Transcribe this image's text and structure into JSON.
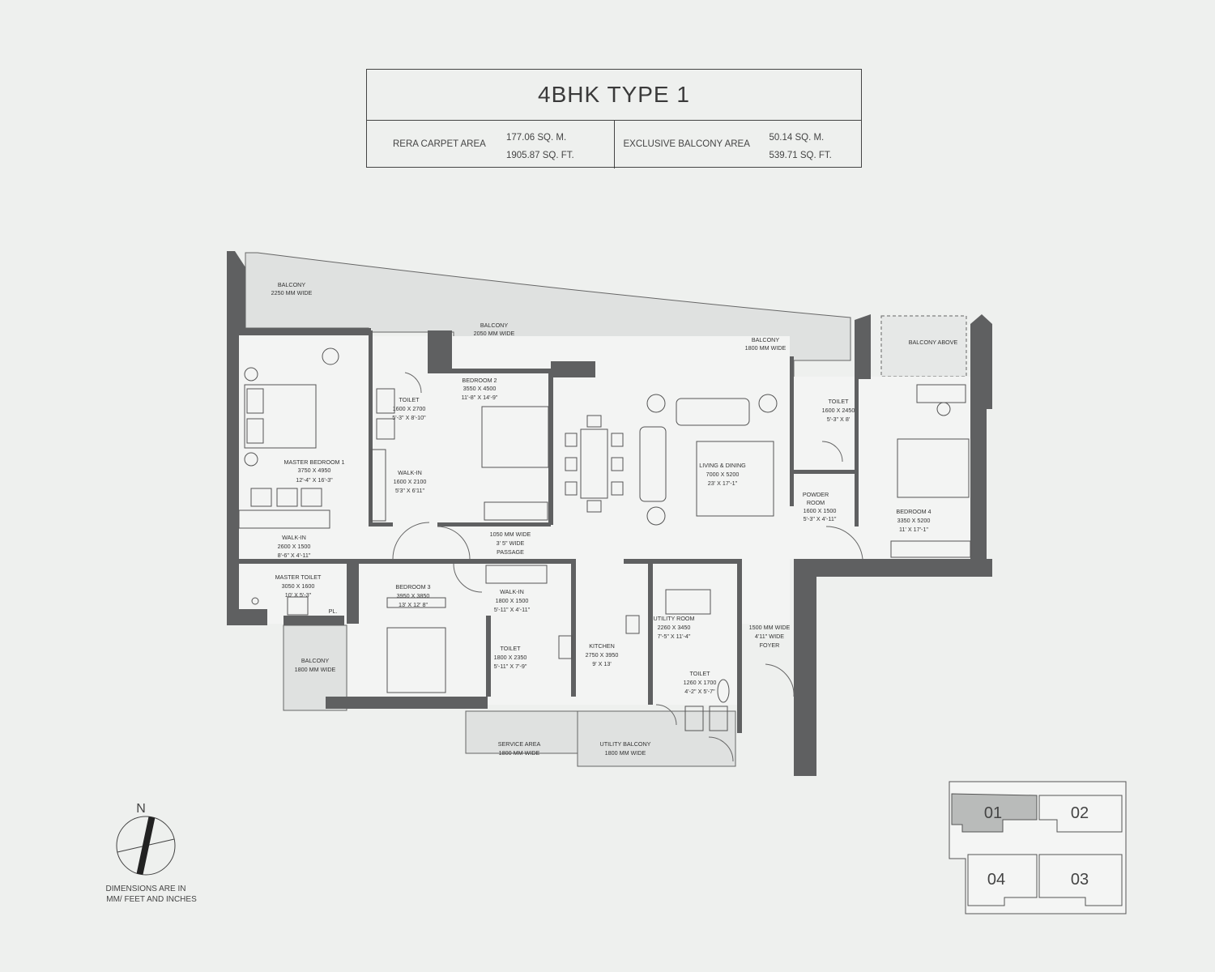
{
  "header": {
    "title": "4BHK TYPE 1",
    "carpet_label": "RERA CARPET AREA",
    "carpet_sqm": "177.06 SQ. M.",
    "carpet_sqft": "1905.87 SQ. FT.",
    "balcony_label": "EXCLUSIVE BALCONY AREA",
    "balcony_sqm": "50.14 SQ. M.",
    "balcony_sqft": "539.71 SQ. FT."
  },
  "rooms": {
    "balcony_top": {
      "name": "BALCONY",
      "size": "2250 MM WIDE"
    },
    "balcony_mid": {
      "name": "BALCONY",
      "size": "2050 MM WIDE"
    },
    "balcony_right": {
      "name": "BALCONY",
      "size": "1800 MM WIDE"
    },
    "balcony_above": {
      "name": "BALCONY ABOVE"
    },
    "master_bedroom": {
      "name": "MASTER BEDROOM 1",
      "mm": "3750 X 4950",
      "ft": "12'-4\" X 16'-3\""
    },
    "toilet_1": {
      "name": "TOILET",
      "mm": "1600 X 2700",
      "ft": "5'-3\" X 8'-10\""
    },
    "walkin_1": {
      "name": "WALK-IN",
      "mm": "1600 X 2100",
      "ft": "5'3\" X 6'11\""
    },
    "bedroom_2": {
      "name": "BEDROOM 2",
      "mm": "3550 X 4500",
      "ft": "11'-8\" X 14'-9\""
    },
    "living_dining": {
      "name": "LIVING & DINING",
      "mm": "7000 X 5200",
      "ft": "23' X 17'-1\""
    },
    "toilet_4": {
      "name": "TOILET",
      "mm": "1600 X 2450",
      "ft": "5'-3\" X 8'"
    },
    "powder_room": {
      "name": "POWDER",
      "name2": "ROOM",
      "mm": "1600 X 1500",
      "ft": "5'-3\" X 4'-11\""
    },
    "bedroom_4": {
      "name": "BEDROOM 4",
      "mm": "3350 X 5200",
      "ft": "11' X 17'-1\""
    },
    "walkin_master": {
      "name": "WALK-IN",
      "mm": "2600 X 1500",
      "ft": "8'-6\" X 4'-11\""
    },
    "passage": {
      "l1": "1050 MM WIDE",
      "l2": "3' 5\" WIDE",
      "l3": "PASSAGE"
    },
    "master_toilet": {
      "name": "MASTER TOILET",
      "mm": "3050 X 1600",
      "ft": "10' X 5'-3\""
    },
    "pl": "PL.",
    "bedroom_3": {
      "name": "BEDROOM 3",
      "mm": "3950 X 3850",
      "ft": "13' X 12' 8\""
    },
    "walkin_3": {
      "name": "WALK-IN",
      "mm": "1800 X 1500",
      "ft": "5'-11\" X 4'-11\""
    },
    "toilet_3": {
      "name": "TOILET",
      "mm": "1800 X 2350",
      "ft": "5'-11\" X 7'-9\""
    },
    "balcony_bottom_left": {
      "name": "BALCONY",
      "size": "1800 MM WIDE"
    },
    "kitchen": {
      "name": "KITCHEN",
      "mm": "2750 X 3950",
      "ft": "9' X 13'"
    },
    "utility_room": {
      "name": "UTILITY ROOM",
      "mm": "2260 X 3450",
      "ft": "7'-5\" X 11'-4\""
    },
    "toilet_u": {
      "name": "TOILET",
      "mm": "1260 X 1700",
      "ft": "4'-2\" X 5'-7\""
    },
    "foyer": {
      "l1": "1500 MM WIDE",
      "l2": "4'11\" WIDE",
      "l3": "FOYER"
    },
    "service_area": {
      "name": "SERVICE AREA",
      "size": "1800 MM WIDE"
    },
    "utility_balcony": {
      "name": "UTILITY BALCONY",
      "size": "1800 MM WIDE"
    }
  },
  "compass": {
    "north": "N",
    "note_line1": "DIMENSIONS ARE IN",
    "note_line2": "MM/ FEET AND INCHES"
  },
  "key_plan": {
    "units": [
      "01",
      "02",
      "04",
      "03"
    ],
    "highlighted": "01"
  },
  "colors": {
    "wall": "#5f6061",
    "balcony": "#dfe1e0",
    "background": "#eef0ee",
    "highlight": "#b9bbba"
  }
}
